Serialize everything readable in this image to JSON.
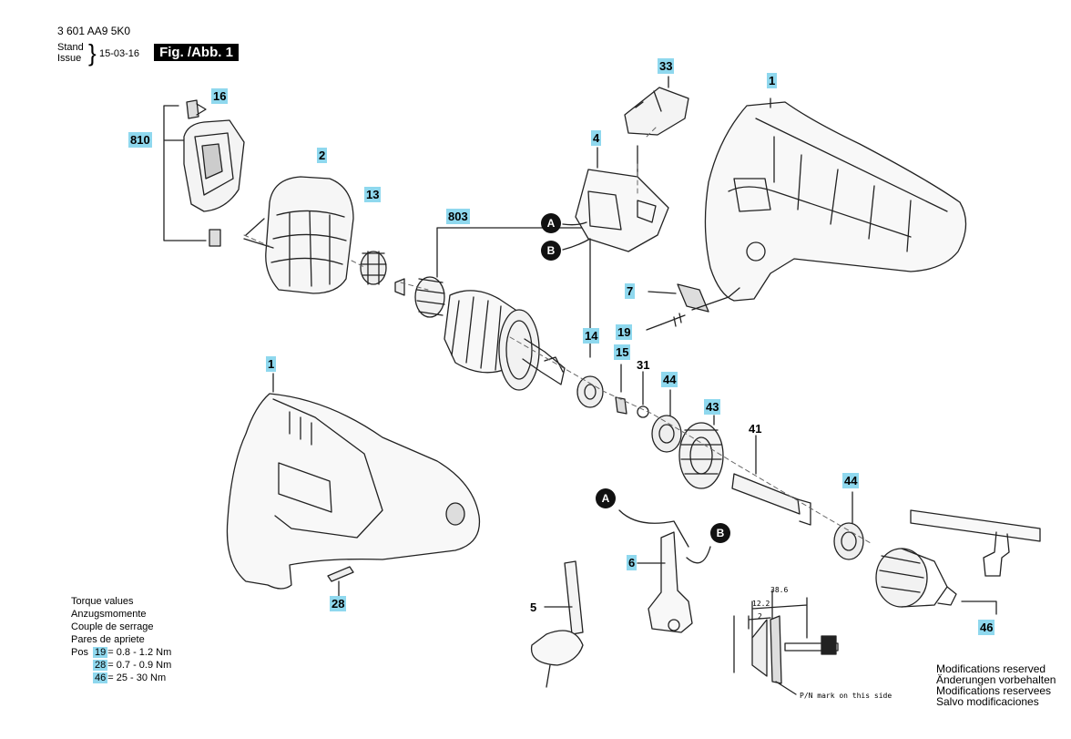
{
  "header": {
    "doc_number": "3 601 AA9 5K0",
    "stand_label": "Stand",
    "issue_label": "Issue",
    "brace": "}",
    "date": "15-03-16",
    "figure_label": "Fig. /Abb. 1"
  },
  "callouts": {
    "c1_top": "1",
    "c1_bottom": "1",
    "c2": "2",
    "c4": "4",
    "c5": "5",
    "c6": "6",
    "c7": "7",
    "c13": "13",
    "c14": "14",
    "c15": "15",
    "c16": "16",
    "c19": "19",
    "c28": "28",
    "c31": "31",
    "c33": "33",
    "c41": "41",
    "c43": "43",
    "c44_a": "44",
    "c44_b": "44",
    "c46": "46",
    "c803": "803",
    "c810": "810"
  },
  "connectors": {
    "a1": "A",
    "b1": "B",
    "a2": "A",
    "b2": "B"
  },
  "torque": {
    "lines": [
      "Torque values",
      "Anzugsmomente",
      "Couple de serrage",
      "Pares de apriete"
    ],
    "pos_label": "Pos",
    "rows": [
      {
        "pos": "19",
        "value": "= 0.8 - 1.2 Nm"
      },
      {
        "pos": "28",
        "value": "= 0.7 - 0.9 Nm"
      },
      {
        "pos": "46",
        "value": "=  25 - 30 Nm"
      }
    ]
  },
  "dimensions": {
    "overall": "38.6",
    "inner": "12.2",
    "small": "2",
    "pn_note": "P/N mark on this side"
  },
  "footer": {
    "lines": [
      "Modifications reserved",
      "Änderungen vorbehalten",
      "Modifications reservees",
      "Salvo modificaciones"
    ]
  },
  "colors": {
    "callout_highlight": "#8fd8ee",
    "line": "#222222"
  }
}
